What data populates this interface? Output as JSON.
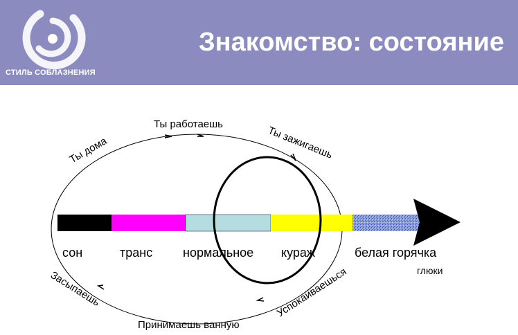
{
  "header": {
    "title": "Знакомство: состояние",
    "logo_text": "СТИЛЬ СОБЛАЗНЕНИЯ",
    "background": "#8c8bc0"
  },
  "diagram": {
    "states": [
      {
        "label": "сон",
        "color": "#000000"
      },
      {
        "label": "транс",
        "color": "#ff00ff"
      },
      {
        "label": "нормальное",
        "color": "#b3dde0"
      },
      {
        "label": "кураж",
        "color": "#ffff00"
      },
      {
        "label": "белая горячка",
        "color": "#7b90d8"
      }
    ],
    "extra_label": "глюки",
    "cycle_labels": {
      "home": "Ты дома",
      "work": "Ты работаешь",
      "party": "Ты зажигаешь",
      "calm": "Успокаиваешься",
      "bath": "Принимаешь ванную",
      "sleep": "Засыпаешь"
    }
  }
}
